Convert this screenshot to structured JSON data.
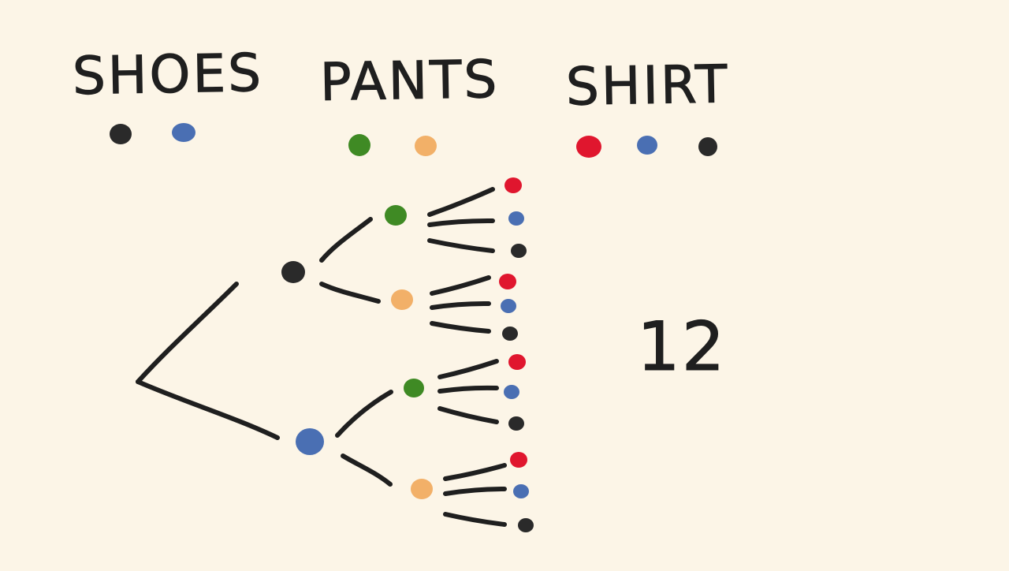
{
  "categories": {
    "shoes": "SHOES",
    "pants": "PANTS",
    "shirt": "SHIRT"
  },
  "total": "12",
  "colors": {
    "black": "#2a2a2a",
    "blue": "#4a6fb3",
    "green": "#3f8a24",
    "orange": "#f2b068",
    "red": "#e0162e",
    "ink": "#1f1f1f",
    "background": "#fcf5e7"
  },
  "options": {
    "shoes": [
      "black",
      "blue"
    ],
    "pants": [
      "green",
      "orange"
    ],
    "shirt": [
      "red",
      "blue",
      "black"
    ]
  }
}
